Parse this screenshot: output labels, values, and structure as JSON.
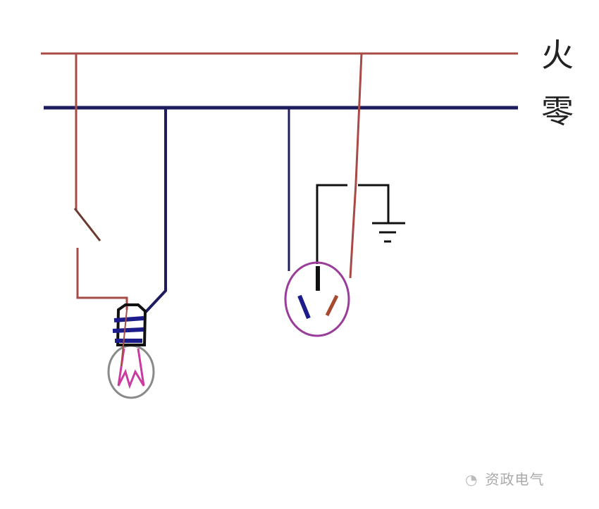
{
  "labels": {
    "live": "火",
    "neutral": "零"
  },
  "watermark": {
    "text": "资政电气",
    "icon": "wechat-icon"
  },
  "colors": {
    "live": "#a84a46",
    "neutral": "#1c1c5e",
    "earth": "#111111",
    "socket": "#9a3c9a",
    "bulb": "#8a8a8a",
    "filament": "#cc3aa0"
  }
}
